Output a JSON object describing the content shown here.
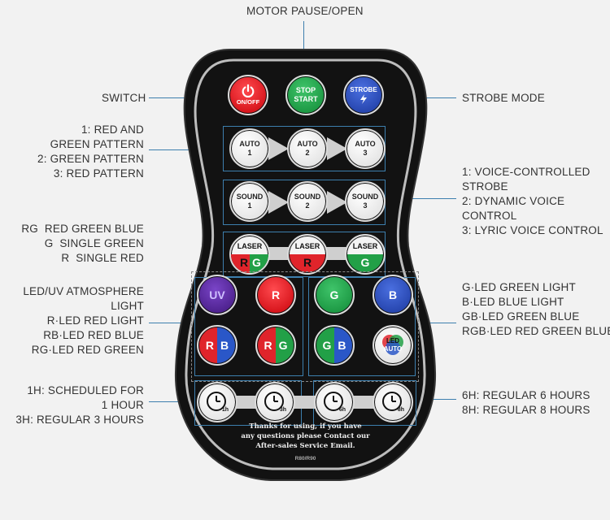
{
  "labels": {
    "motor": "MOTOR PAUSE/OPEN",
    "switch": "SWITCH",
    "strobe_mode": "STROBE MODE",
    "auto_desc": "1: RED AND\nGREEN PATTERN\n2: GREEN PATTERN\n3: RED PATTERN",
    "sound_desc": "1: VOICE-CONTROLLED\nSTROBE\n2: DYNAMIC VOICE\nCONTROL\n3: LYRIC VOICE CONTROL",
    "laser_desc": "RG  RED GREEN BLUE\nG  SINGLE GREEN\nR  SINGLE RED",
    "led_left_desc": "LED/UV ATMOSPHERE\nLIGHT\nR·LED RED LIGHT\nRB·LED RED BLUE\nRG·LED RED GREEN",
    "led_right_desc": "G·LED GREEN LIGHT\nB·LED BLUE LIGHT\nGB·LED GREEN BLUE\nRGB·LED RED GREEN BLUE",
    "timer_left_desc": "1H: SCHEDULED FOR\n1 HOUR\n3H: REGULAR 3 HOURS",
    "timer_right_desc": "6H: REGULAR 6 HOURS\n8H: REGULAR 8 HOURS"
  },
  "remote": {
    "power": {
      "label": "ON/OFF"
    },
    "stop_start": {
      "line1": "STOP",
      "line2": "START"
    },
    "strobe": {
      "label": "STROBE"
    },
    "auto_buttons": [
      {
        "label": "AUTO",
        "num": "1"
      },
      {
        "label": "AUTO",
        "num": "2"
      },
      {
        "label": "AUTO",
        "num": "3"
      }
    ],
    "sound_buttons": [
      {
        "label": "SOUND",
        "num": "1"
      },
      {
        "label": "SOUND",
        "num": "2"
      },
      {
        "label": "SOUND",
        "num": "3"
      }
    ],
    "laser_buttons": [
      {
        "label": "LASER",
        "code": [
          "R",
          "G"
        ]
      },
      {
        "label": "LASER",
        "code": [
          "R"
        ]
      },
      {
        "label": "LASER",
        "code": [
          "G"
        ]
      }
    ],
    "led_buttons": {
      "uv": "UV",
      "r": "R",
      "g": "G",
      "b": "B",
      "rb": [
        "R",
        "B"
      ],
      "rg": [
        "R",
        "G"
      ],
      "gb": [
        "G",
        "B"
      ],
      "led_auto": [
        "LED",
        "AUTO"
      ]
    },
    "timers": [
      "1h",
      "3h",
      "6h",
      "8h"
    ],
    "footer": "Thanks for using, if you have\nany questions please Contact our\nAfter-sales Service Email.",
    "model": "R80/R90"
  },
  "colors": {
    "accent_line": "#3d7fae",
    "red": "#e0242b",
    "green": "#22a047",
    "blue": "#2a57c8",
    "purple": "#5a2aa0",
    "remote_body": "#121212"
  }
}
